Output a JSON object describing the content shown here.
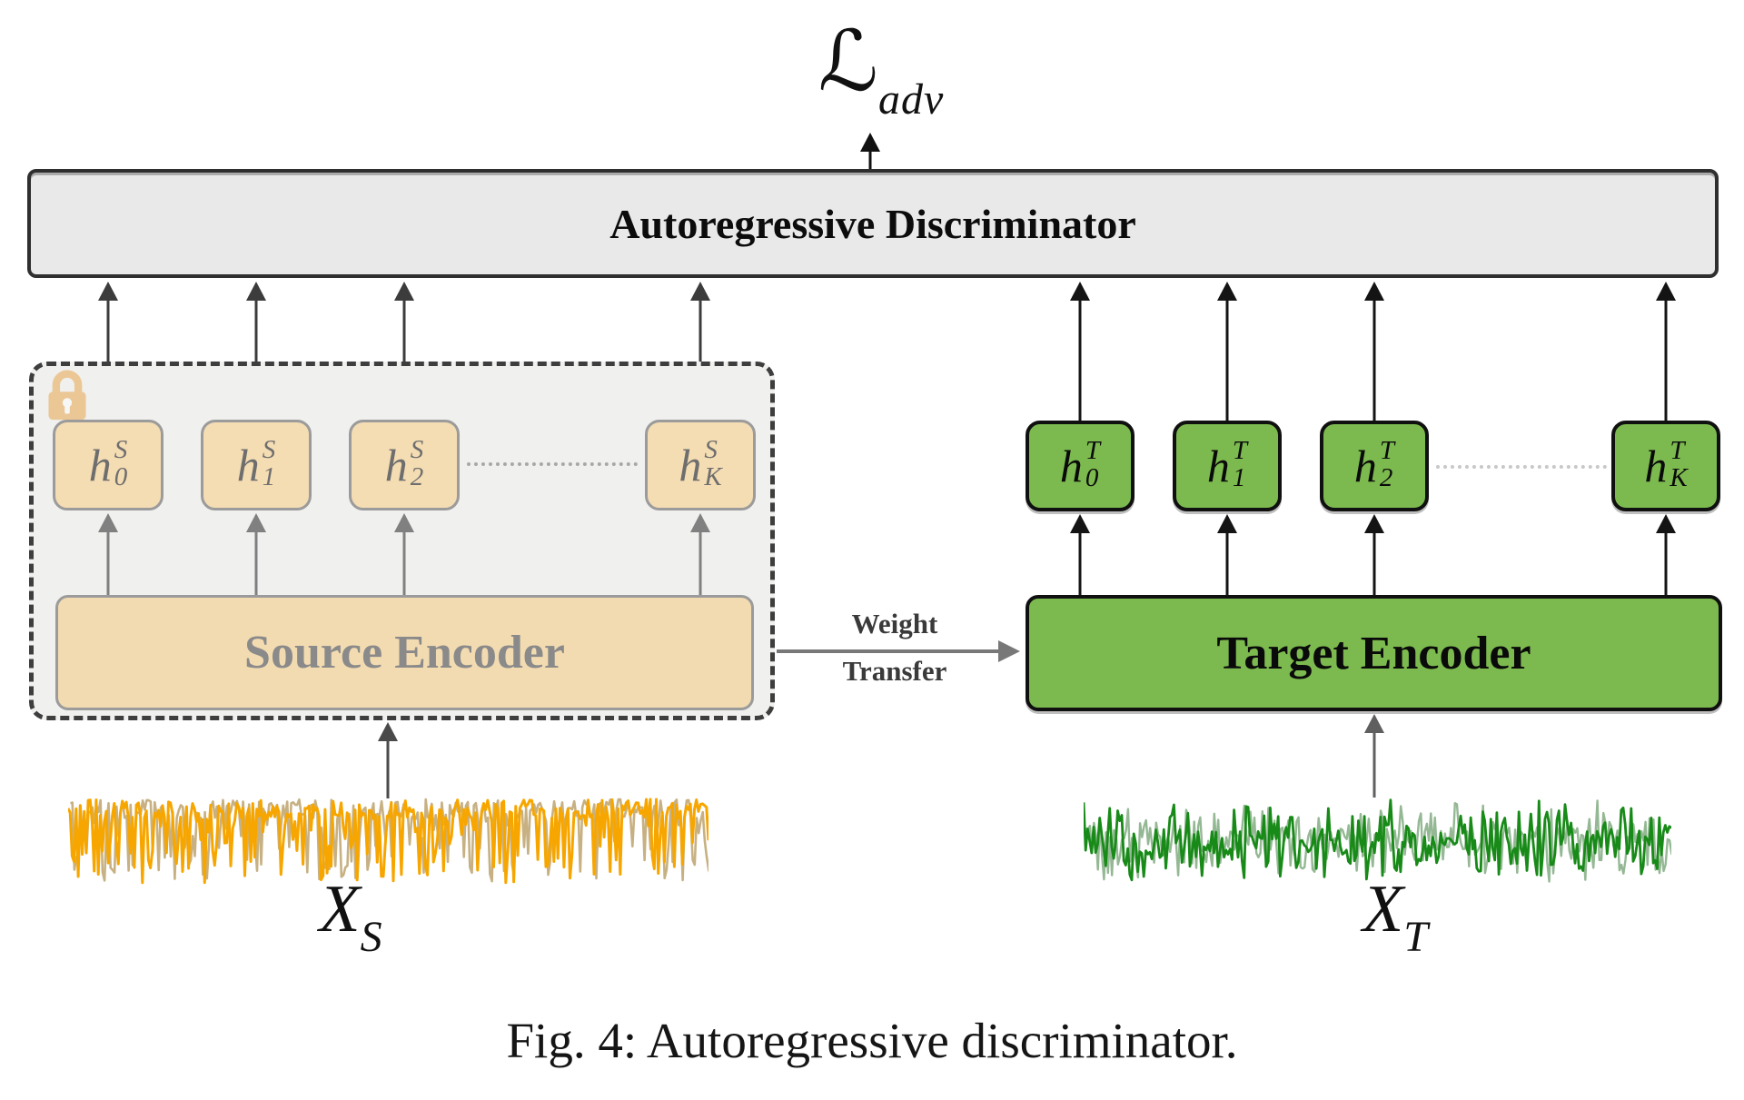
{
  "loss": {
    "symbol": "ℒ",
    "subscript": "adv"
  },
  "discriminator": {
    "label": "Autoregressive Discriminator"
  },
  "weight_transfer": {
    "line1": "Weight",
    "line2": "Transfer"
  },
  "source": {
    "encoder_label": "Source Encoder",
    "input_symbol": "X",
    "input_subscript": "S",
    "hidden_states": [
      {
        "base": "h",
        "sup": "S",
        "sub": "0"
      },
      {
        "base": "h",
        "sup": "S",
        "sub": "1"
      },
      {
        "base": "h",
        "sup": "S",
        "sub": "2"
      },
      {
        "base": "h",
        "sup": "S",
        "sub": "K"
      }
    ]
  },
  "target": {
    "encoder_label": "Target Encoder",
    "input_symbol": "X",
    "input_subscript": "T",
    "hidden_states": [
      {
        "base": "h",
        "sup": "T",
        "sub": "0"
      },
      {
        "base": "h",
        "sup": "T",
        "sub": "1"
      },
      {
        "base": "h",
        "sup": "T",
        "sub": "2"
      },
      {
        "base": "h",
        "sup": "T",
        "sub": "K"
      }
    ]
  },
  "caption": "Fig. 4: Autoregressive discriminator.",
  "colors": {
    "source_fill": "#f4dcb3",
    "source_border": "#9b9b9b",
    "target_fill": "#7cba4f",
    "target_border": "#101010",
    "discriminator_fill": "#e9e9e9",
    "frozen_fill": "#f0f0ee",
    "lock": "#ecc796",
    "wave_source_main": "#f7a600",
    "wave_source_echo": "#c7b183",
    "wave_target_main": "#178a17",
    "wave_target_echo": "#94b894"
  }
}
